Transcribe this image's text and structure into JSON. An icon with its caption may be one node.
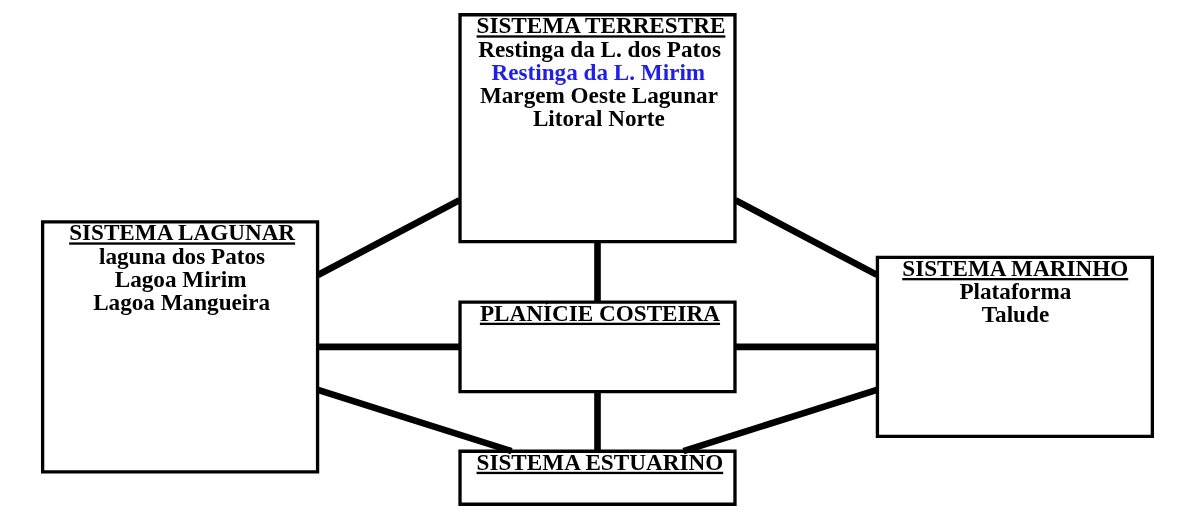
{
  "diagram": {
    "nodes": [
      {
        "text": [
          "SISTEMA TERRESTRE",
          "Restinga da L. dos Patos",
          "Restinga da L. Mirim",
          "Margem Oeste Lagunar",
          "Litoral Norte"
        ]
      },
      {
        "text": [
          "SISTEMA LAGUNAR",
          "laguna dos Patos",
          "Lagoa Mirim",
          "Lagoa Mangueira"
        ]
      },
      {
        "text": [
          "PLANÍCIE COSTEIRA"
        ]
      },
      {
        "text": [
          "SISTEMA MARINHO",
          "Plataforma",
          "Talude"
        ]
      },
      {
        "text": [
          "SISTEMA ESTUARINO"
        ]
      }
    ],
    "edges": [
      {
        "from": 0,
        "to": 1,
        "arrow": "none"
      },
      {
        "from": 0,
        "to": 3,
        "arrow": "none"
      },
      {
        "from": 0,
        "to": 2,
        "arrow": "none"
      },
      {
        "from": 1,
        "to": 2,
        "arrow": "none"
      },
      {
        "from": 2,
        "to": 3,
        "arrow": "none"
      },
      {
        "from": 1,
        "to": 4,
        "arrow": "none"
      },
      {
        "from": 4,
        "to": 3,
        "arrow": "none"
      },
      {
        "from": 2,
        "to": 4,
        "arrow": "none"
      }
    ]
  }
}
